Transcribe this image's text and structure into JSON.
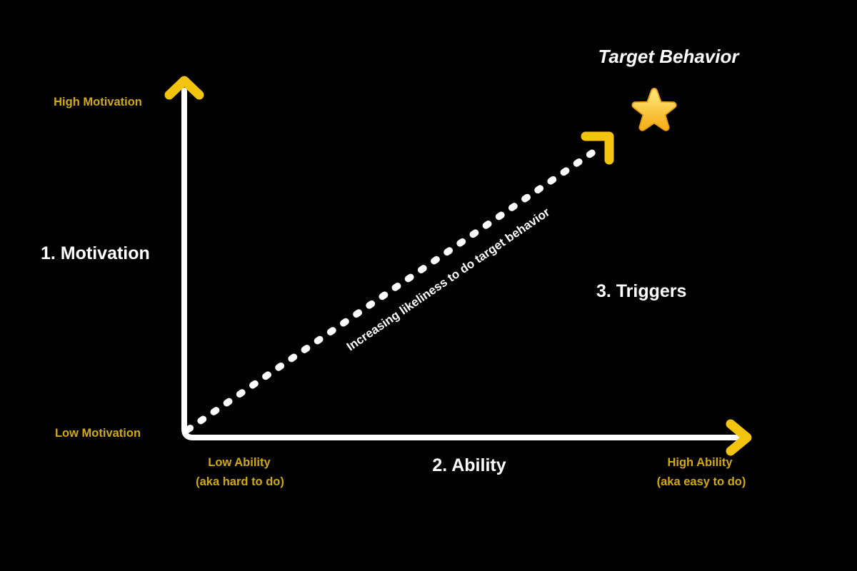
{
  "colors": {
    "background": "#000000",
    "axis_white": "#ffffff",
    "arrow_yellow": "#F2C40D",
    "label_yellow": "#D2A90E",
    "text_white": "#ffffff",
    "star_light": "#FDE271",
    "star_dark": "#F6B31E",
    "star_outline": "#E99A12"
  },
  "diagram": {
    "title": "Target Behavior",
    "star_icon": "star-emoji",
    "y_axis": {
      "high_label": "High Motivation",
      "low_label": "Low Motivation",
      "section_label": "1. Motivation"
    },
    "x_axis": {
      "low_label": "Low Ability",
      "low_sublabel": "(aka hard to do)",
      "high_label": "High Ability",
      "high_sublabel": "(aka easy to do)",
      "section_label": "2. Ability"
    },
    "triggers_label": "3. Triggers",
    "diagonal_label": "Increasing likeliness to do target behavior"
  }
}
